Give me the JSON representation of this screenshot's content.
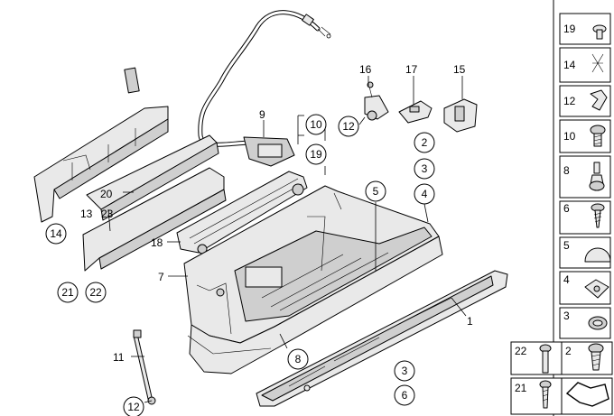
{
  "callouts": {
    "c1": "1",
    "c7": "7",
    "c8": "8",
    "c9": "9",
    "c11": "11",
    "c12a": "12",
    "c12b": "12",
    "c13": "13",
    "c14": "14",
    "c15": "15",
    "c16": "16",
    "c17": "17",
    "c18": "18",
    "c20": "20",
    "c23": "23",
    "c21": "21",
    "c22": "22",
    "c10": "10",
    "c19": "19",
    "c2": "2",
    "c3a": "3",
    "c4": "4",
    "c5": "5",
    "c3b": "3",
    "c6": "6"
  },
  "sidebar": {
    "items": [
      {
        "label": "19",
        "icon": "screw-icon"
      },
      {
        "label": "14",
        "icon": "spring-clip-icon"
      },
      {
        "label": "12",
        "icon": "clip-icon"
      },
      {
        "label": "10",
        "icon": "bolt-icon"
      },
      {
        "label": "8",
        "icon": "bumper-icon"
      },
      {
        "label": "6",
        "icon": "tapping-screw-icon"
      },
      {
        "label": "5",
        "icon": "cap-icon"
      },
      {
        "label": "4",
        "icon": "nut-clip-icon"
      },
      {
        "label": "3",
        "icon": "expanding-rivet-icon"
      },
      {
        "label": "2",
        "icon": "plastic-screw-icon"
      }
    ],
    "bottom": [
      {
        "label": "22",
        "icon": "long-screw-icon"
      },
      {
        "label": "21",
        "icon": "screw-icon"
      }
    ]
  }
}
